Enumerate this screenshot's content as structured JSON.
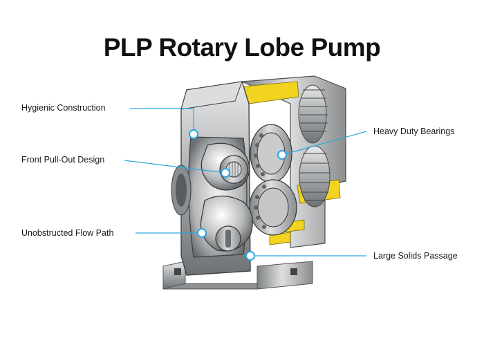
{
  "title": "PLP Rotary Lobe Pump",
  "callouts": {
    "hygienic": "Hygienic Construction",
    "front_pull_out": "Front Pull-Out Design",
    "unobstructed": "Unobstructed Flow Path",
    "bearings": "Heavy Duty Bearings",
    "solids": "Large Solids Passage"
  },
  "colors": {
    "leader_line": "#2aa7e0",
    "accent_yellow": "#f2d320",
    "steel": "#b9bcbf"
  }
}
